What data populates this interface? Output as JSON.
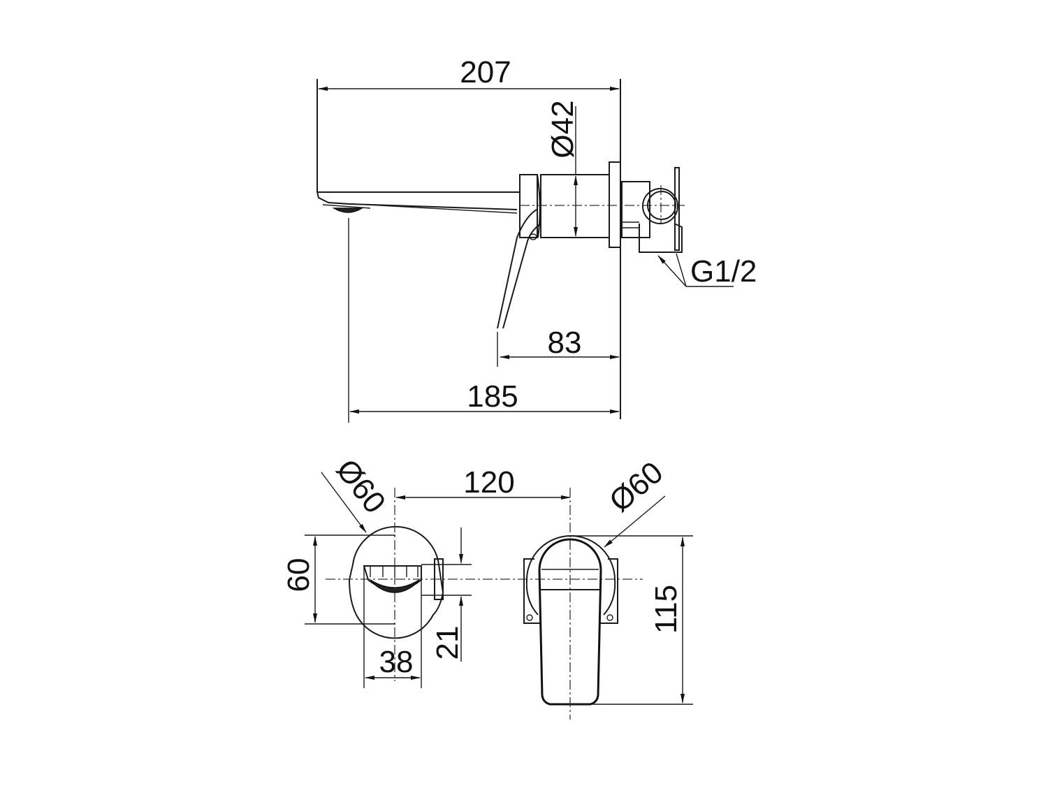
{
  "drawing": {
    "type": "technical-drawing",
    "subject": "wall-mounted basin mixer",
    "views": [
      {
        "name": "side-view"
      },
      {
        "name": "front-view-spout"
      },
      {
        "name": "front-view-handle"
      }
    ]
  },
  "dimensions": {
    "overall_length": "207",
    "body_diameter": "Ø42",
    "thread": "G1/2",
    "handle_projection": "83",
    "spout_projection": "185",
    "spout_plate_diameter": "Ø60",
    "spout_to_handle_spacing": "120",
    "handle_plate_diameter": "Ø60",
    "spout_plate_height": "60",
    "spout_outlet_height": "21",
    "spout_outlet_width": "38",
    "handle_total_height": "115"
  },
  "colors": {
    "line": "#1a1a1a",
    "background": "#ffffff"
  }
}
